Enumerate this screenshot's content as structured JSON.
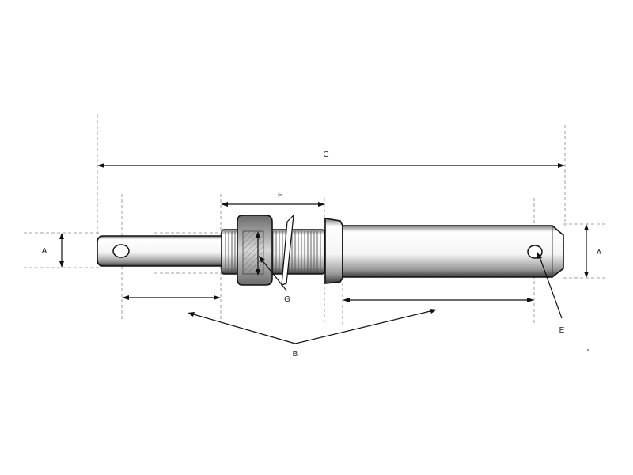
{
  "diagram": {
    "labels": {
      "a_left": "A",
      "a_right": "A",
      "b": "B",
      "c": "C",
      "e": "E",
      "f": "F",
      "g": "G"
    }
  }
}
